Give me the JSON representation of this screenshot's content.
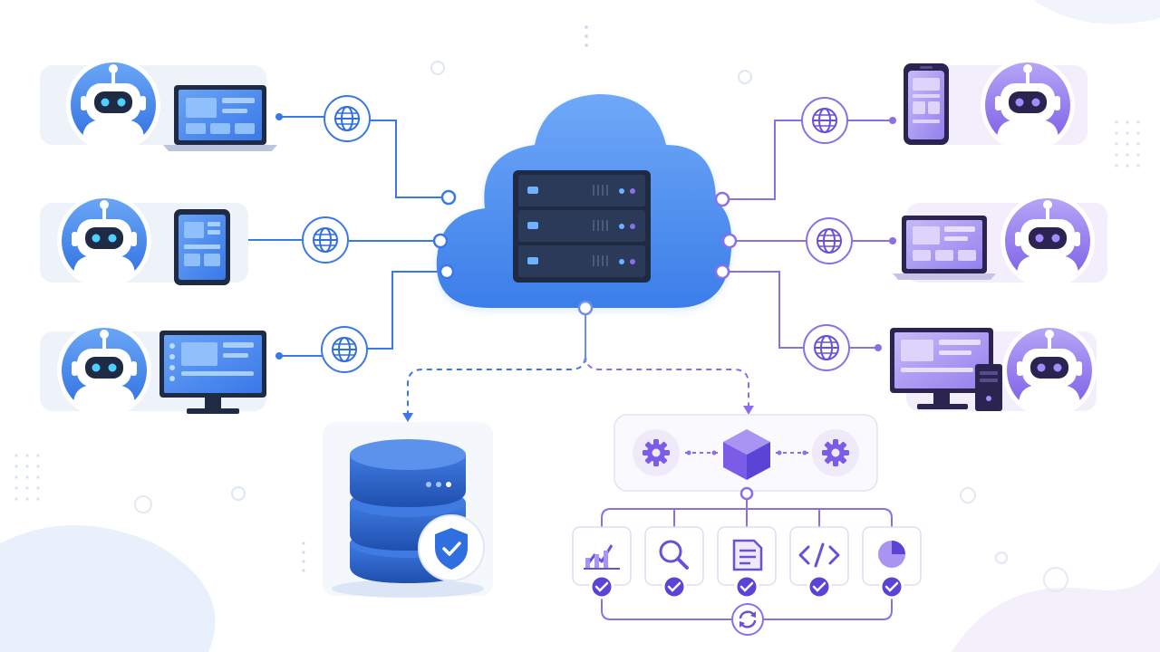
{
  "colors": {
    "blue": "#2f6fe0",
    "blue_light": "#5b9cf6",
    "blue_dark": "#1e3f8f",
    "purple": "#7b5ce6",
    "purple_light": "#a693f3",
    "line_blue": "#3a78e8",
    "line_purple": "#8a6fe8",
    "server_body": "#1f2b44",
    "green_status": "#5b43d6",
    "bg_soft": "#eef3fb"
  },
  "clients_left": [
    {
      "name": "robot-client-1",
      "device": "laptop"
    },
    {
      "name": "robot-client-2",
      "device": "tablet"
    },
    {
      "name": "robot-client-3",
      "device": "monitor"
    }
  ],
  "clients_right": [
    {
      "name": "robot-client-4",
      "device": "phone"
    },
    {
      "name": "robot-client-5",
      "device": "laptop"
    },
    {
      "name": "robot-client-6",
      "device": "desktop"
    }
  ],
  "center": {
    "icon": "cloud-server-icon",
    "racks": 3
  },
  "database": {
    "icon": "database-icon",
    "badge": "shield-check-icon"
  },
  "pipeline": {
    "nodes": [
      "gear-icon",
      "cube-icon",
      "gear-icon"
    ],
    "tasks": [
      "chart-icon",
      "search-icon",
      "document-icon",
      "code-icon",
      "pie-chart-icon"
    ],
    "cycle_icon": "sync-icon"
  }
}
